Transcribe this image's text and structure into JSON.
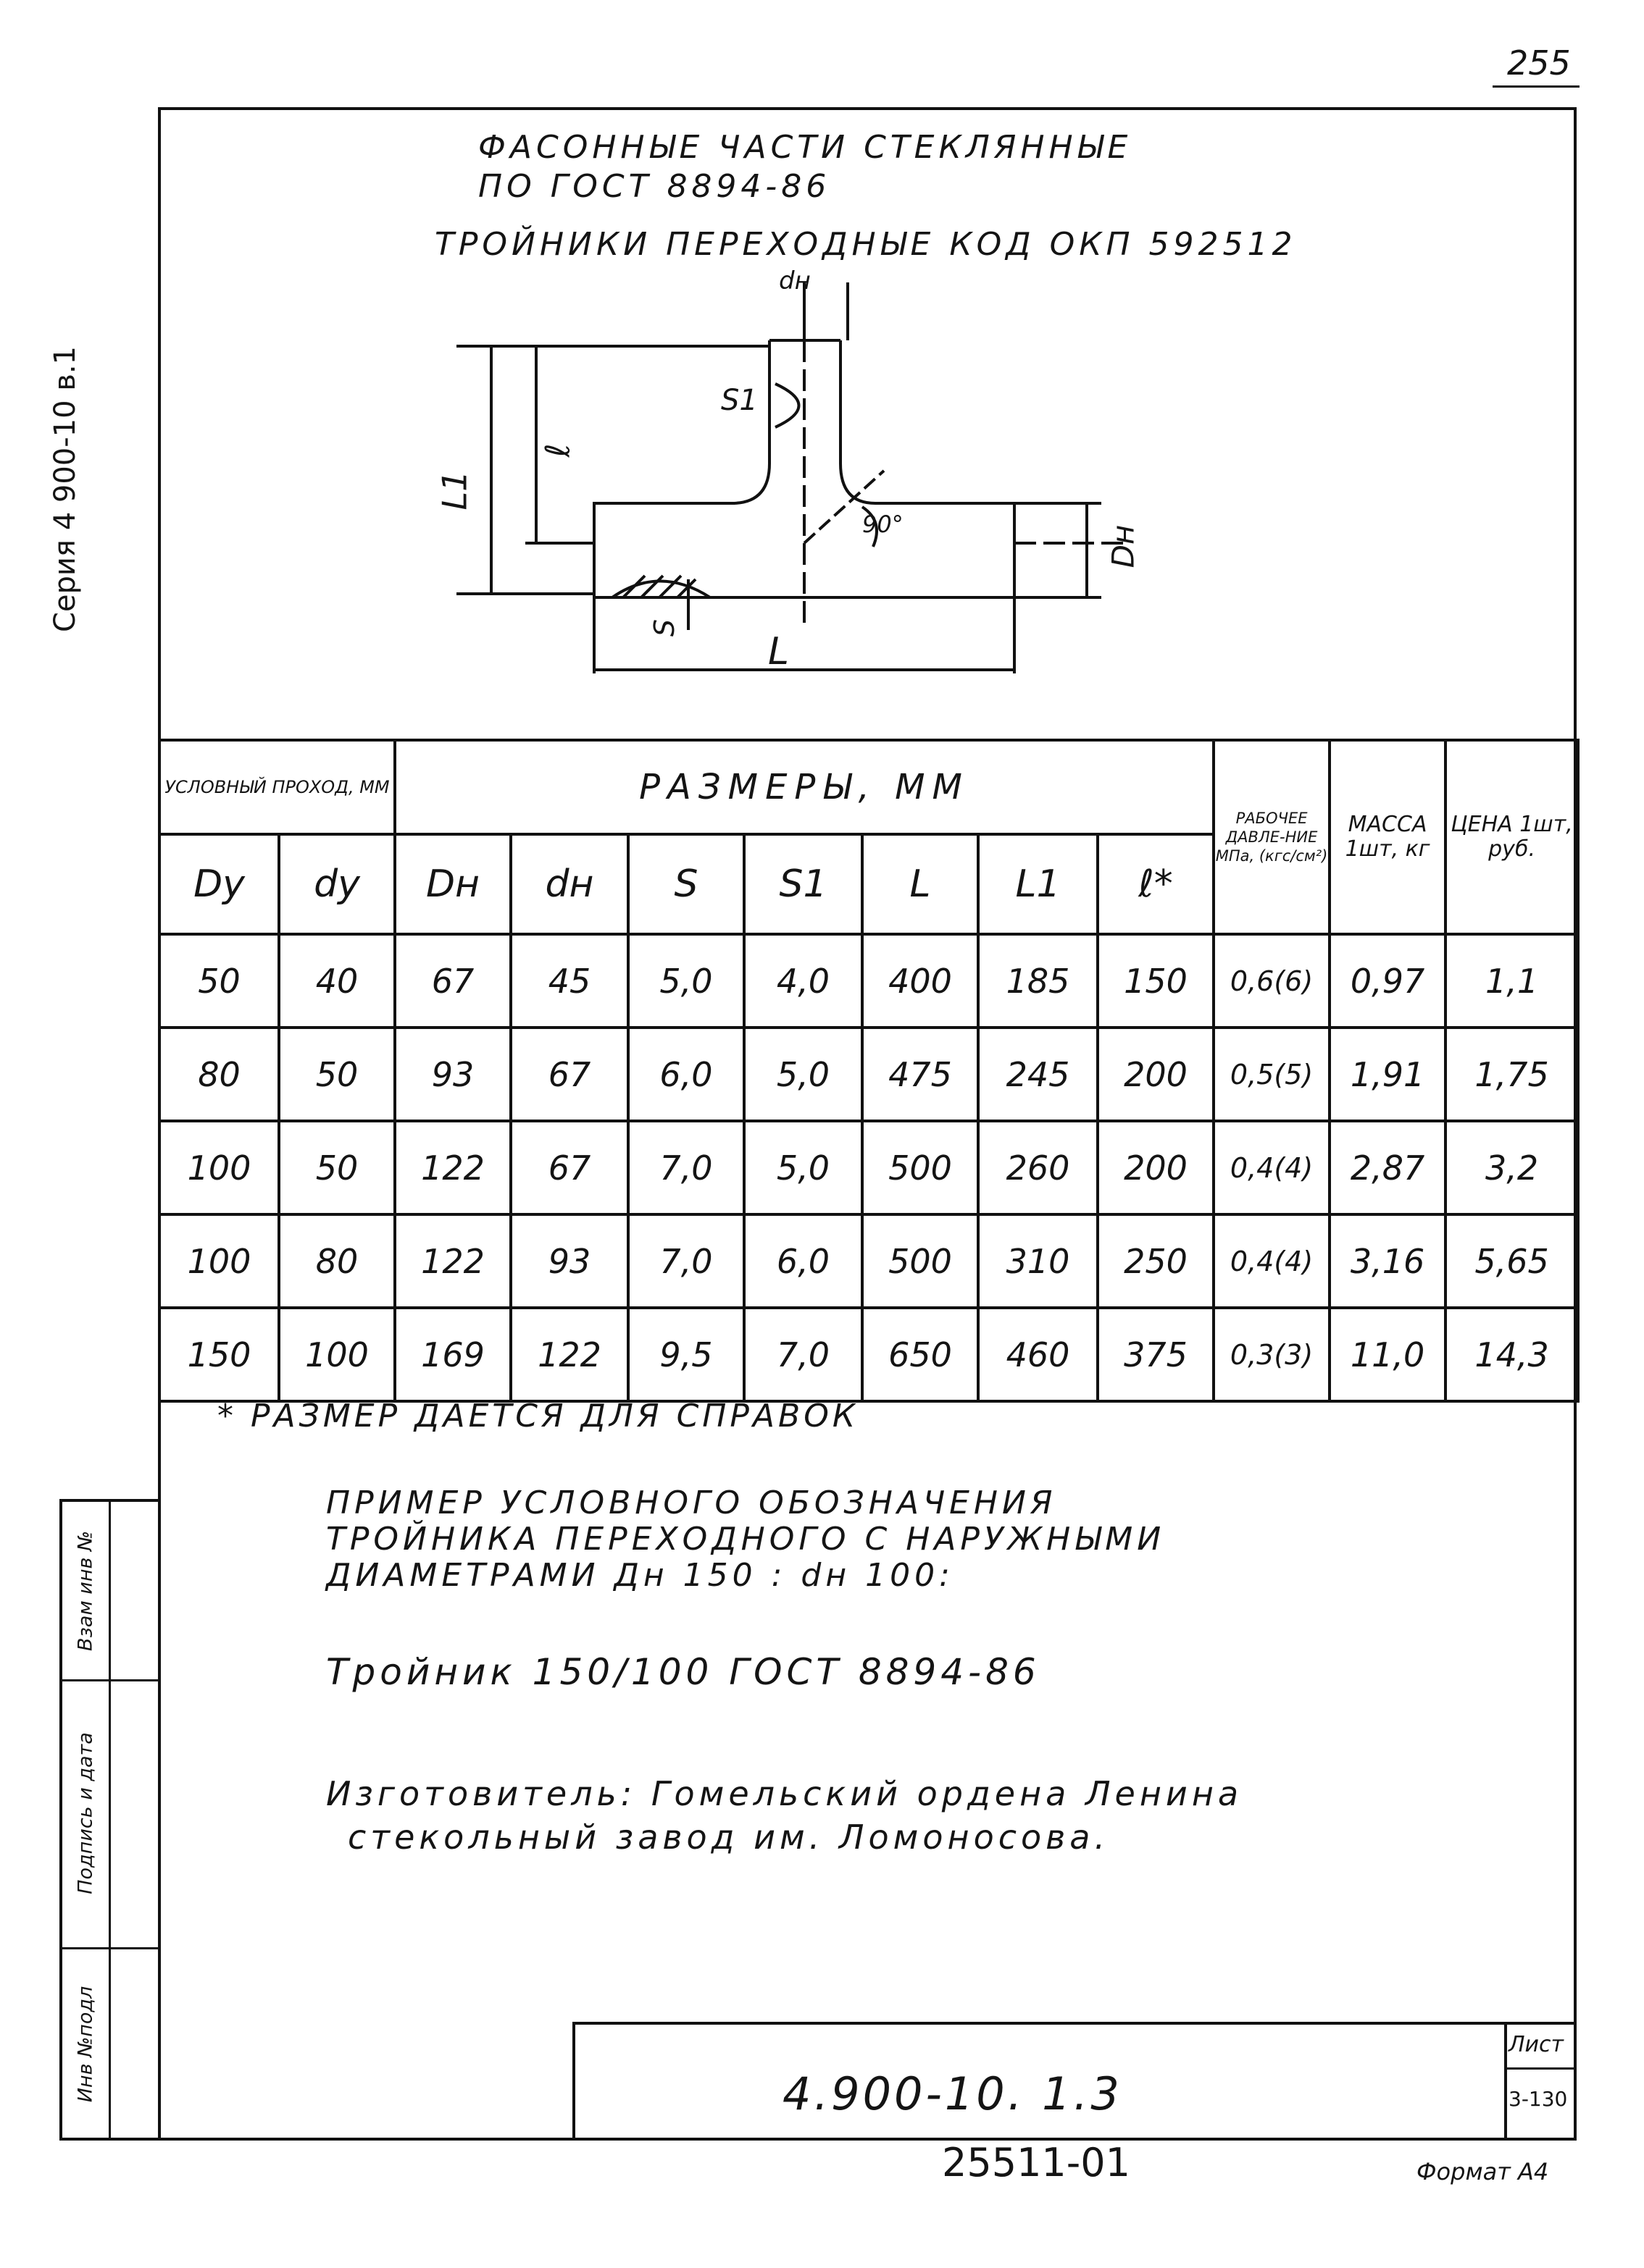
{
  "page_number": "255",
  "side_label": "Серия 4 900-10 в.1",
  "title": {
    "line1": "ФАСОННЫЕ ЧАСТИ СТЕКЛЯННЫЕ",
    "line2": "ПО ГОСТ 8894-86",
    "line3": "ТРОЙНИКИ ПЕРЕХОДНЫЕ КОД ОКП 592512"
  },
  "drawing_labels": {
    "dn_top": "dн",
    "s1": "S1",
    "l_small": "ℓ",
    "l1": "L1",
    "angle": "90°",
    "dn_right": "Dн",
    "s": "S",
    "l_bottom": "L"
  },
  "table": {
    "group_conditional": "УСЛОВНЫЙ ПРОХОД, ММ",
    "group_sizes": "РАЗМЕРЫ, ММ",
    "pressure_header": "РАБОЧЕЕ ДАВЛЕ-НИЕ МПа, (кгс/см²)",
    "mass_header": "МАССА 1шт, кг",
    "price_header": "ЦЕНА 1шт, руб.",
    "columns": [
      "Dу",
      "dу",
      "Dн",
      "dн",
      "S",
      "S1",
      "L",
      "L1",
      "ℓ*"
    ],
    "rows": [
      [
        "50",
        "40",
        "67",
        "45",
        "5,0",
        "4,0",
        "400",
        "185",
        "150",
        "0,6(6)",
        "0,97",
        "1,1"
      ],
      [
        "80",
        "50",
        "93",
        "67",
        "6,0",
        "5,0",
        "475",
        "245",
        "200",
        "0,5(5)",
        "1,91",
        "1,75"
      ],
      [
        "100",
        "50",
        "122",
        "67",
        "7,0",
        "5,0",
        "500",
        "260",
        "200",
        "0,4(4)",
        "2,87",
        "3,2"
      ],
      [
        "100",
        "80",
        "122",
        "93",
        "7,0",
        "6,0",
        "500",
        "310",
        "250",
        "0,4(4)",
        "3,16",
        "5,65"
      ],
      [
        "150",
        "100",
        "169",
        "122",
        "9,5",
        "7,0",
        "650",
        "460",
        "375",
        "0,3(3)",
        "11,0",
        "14,3"
      ]
    ]
  },
  "footnote": "* РАЗМЕР ДАЕТСЯ ДЛЯ СПРАВОК",
  "example": {
    "line1": "ПРИМЕР УСЛОВНОГО ОБОЗНАЧЕНИЯ",
    "line2": "ТРОЙНИКА ПЕРЕХОДНОГО С НАРУЖНЫМИ",
    "line3": "ДИАМЕТРАМИ Дн 150 : dн 100:",
    "designation": "Тройник 150/100 ГОСТ 8894-86"
  },
  "manufacturer": {
    "line1": "Изготовитель: Гомельский ордена Ленина",
    "line2": "стекольный завод им. Ломоносова."
  },
  "stamp_labels": {
    "inv_podl": "Инв №подл",
    "podpis": "Подпись и дата",
    "vzam": "Взам инв №"
  },
  "title_block": {
    "code": "4.900-10. 1.3",
    "sheet_label": "Лист",
    "sheet_value": "3-130"
  },
  "bottom": {
    "doc_number": "25511-01",
    "format": "Формат А4"
  }
}
